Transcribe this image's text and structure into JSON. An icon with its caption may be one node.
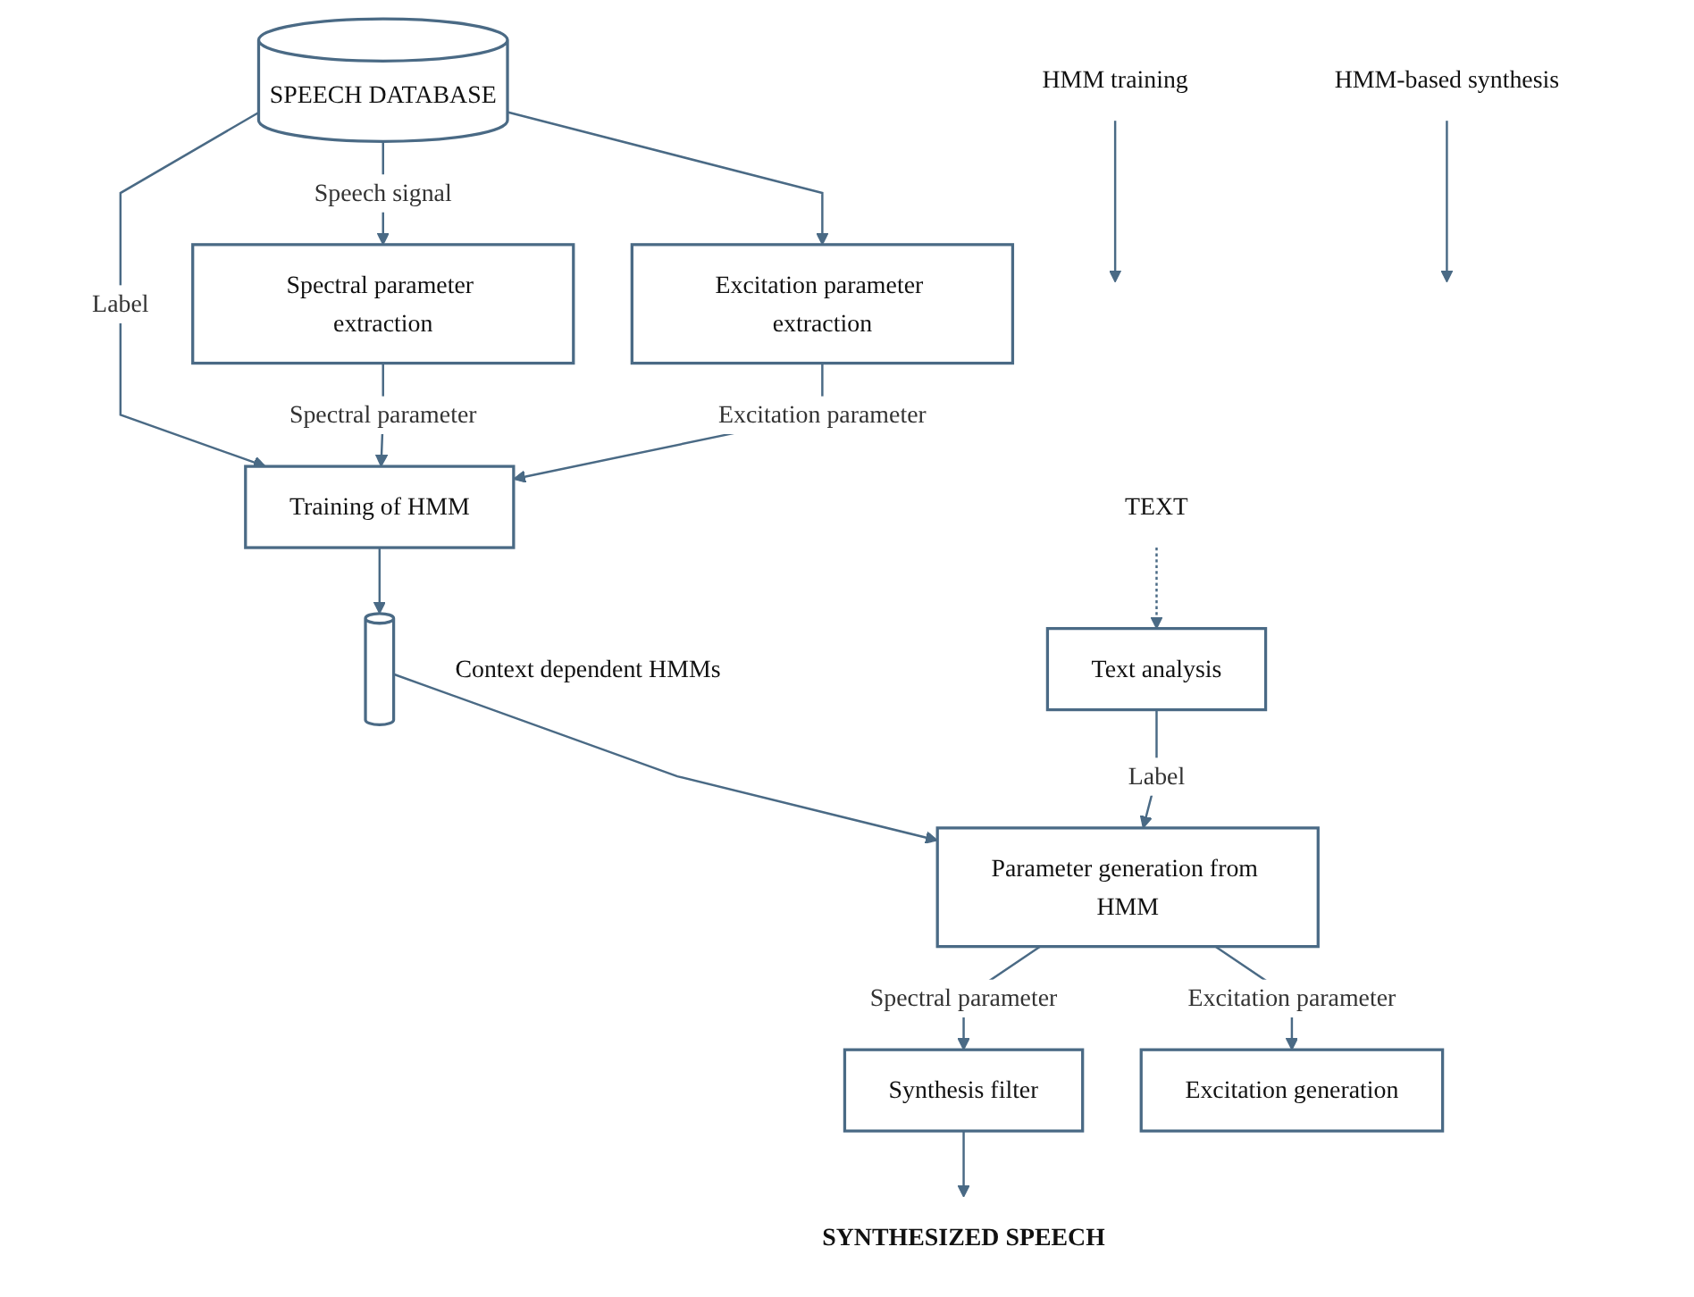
{
  "diagram": {
    "nodes": [
      {
        "text": [
          "HMM training"
        ]
      },
      {
        "text": [
          "SPEECH DATABASE"
        ]
      },
      {
        "text": [
          "Excitation parameter extraction"
        ]
      },
      {
        "text": [
          "Spectral parameter extraction"
        ]
      },
      {
        "text": [
          "Training of HMM"
        ]
      },
      {
        "text": [
          "TEXT"
        ]
      },
      {
        "text": [],
        "shape": "cylinder",
        "beside": [
          "Context dependent HMMs"
        ]
      },
      {
        "text": [
          "HMM-based synthesis"
        ]
      },
      {
        "text": [
          "Text analysis"
        ]
      },
      {
        "text": [
          "Parameter generation from HMM"
        ]
      },
      {
        "text": [
          "Excitation generation"
        ]
      },
      {
        "text": [
          "Synthesis filter"
        ]
      },
      {
        "text": [
          "SYNTHESIZED SPEECH"
        ]
      }
    ],
    "edges": [
      {
        "from": 0,
        "to": null,
        "arrow": "to"
      },
      {
        "from": 1,
        "to": 2,
        "arrow": "to"
      },
      {
        "from": 1,
        "to": 3,
        "label": "Speech signal",
        "arrow": "to"
      },
      {
        "from": 2,
        "to": 4,
        "label": "Excitation parameter",
        "arrow": "to"
      },
      {
        "from": 3,
        "to": 4,
        "label": "Spectral parameter",
        "arrow": "to"
      },
      {
        "from": 1,
        "to": 4,
        "label": "Label",
        "arrow": "to"
      },
      {
        "from": 4,
        "to": 6,
        "arrow": "to"
      },
      {
        "from": 5,
        "to": 8,
        "arrow": "to",
        "style": "dashed"
      },
      {
        "from": 8,
        "to": 9,
        "label": "Label",
        "arrow": "to"
      },
      {
        "from": 6,
        "to": 9,
        "arrow": "to"
      },
      {
        "from": 9,
        "to": 10,
        "label": "Excitation parameter",
        "arrow": "to"
      },
      {
        "from": 9,
        "to": 11,
        "label": "Spectral parameter",
        "arrow": "to"
      },
      {
        "from": 11,
        "to": 12,
        "arrow": "to"
      },
      {
        "from": 7,
        "to": null,
        "arrow": "to"
      }
    ]
  }
}
